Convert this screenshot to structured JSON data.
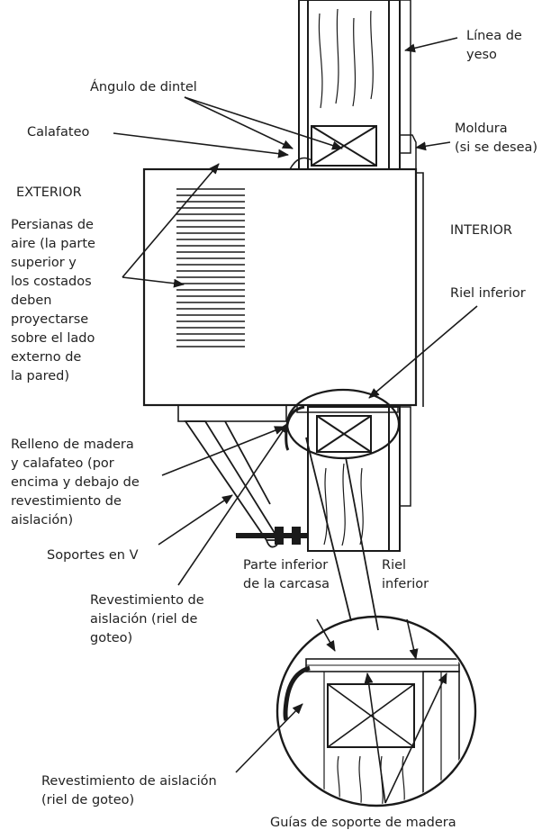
{
  "colors": {
    "ink": "#1a1a1a",
    "paper": "#ffffff"
  },
  "labels": {
    "linea_yeso": "Línea de\nyeso",
    "angulo_dintel": "Ángulo de dintel",
    "calafateo": "Calafateo",
    "moldura": "Moldura\n(si se desea)",
    "exterior": "EXTERIOR",
    "interior": "INTERIOR",
    "persianas": "Persianas de\naire (la parte\nsuperior y\nlos costados\ndeben\nproyectarse\nsobre el lado\nexterno de\nla pared)",
    "riel_inferior": "Riel inferior",
    "relleno": "Relleno de madera\ny calafateo (por\nencima y debajo de\nrevestimiento de\naislación)",
    "soportes_v": "Soportes en V",
    "parte_inferior": "Parte inferior\nde la carcasa",
    "riel_inferior_2": "Riel\ninferior",
    "revestimiento_1": "Revestimiento de\naislación (riel de\ngoteo)",
    "revestimiento_2": "Revestimiento de aislación\n(riel de goteo)",
    "guias": "Guías de soporte de madera"
  }
}
